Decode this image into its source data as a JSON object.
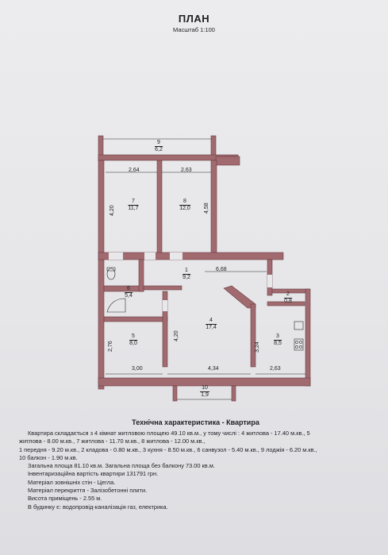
{
  "header": {
    "title": "ПЛАН",
    "scale": "Масштаб 1:100"
  },
  "rooms": [
    {
      "id": "room-1",
      "number": "1",
      "area": "9,2"
    },
    {
      "id": "room-2",
      "number": "2",
      "area": "0,8"
    },
    {
      "id": "room-3",
      "number": "3",
      "area": "8,5"
    },
    {
      "id": "room-4",
      "number": "4",
      "area": "17,4"
    },
    {
      "id": "room-5",
      "number": "5",
      "area": "8,0"
    },
    {
      "id": "room-6",
      "number": "6",
      "area": "5,4"
    },
    {
      "id": "room-7",
      "number": "7",
      "area": "11,7"
    },
    {
      "id": "room-8",
      "number": "8",
      "area": "12,0"
    },
    {
      "id": "room-9",
      "number": "9",
      "area": "6,2"
    },
    {
      "id": "room-10",
      "number": "10",
      "area": "1,9"
    }
  ],
  "dimensions": {
    "d_2_64": "2,64",
    "d_2_63": "2,63",
    "d_4_20_left": "4,20",
    "d_4_58": "4,58",
    "d_6_68": "6,68",
    "d_2_76": "2,76",
    "d_4_20_mid": "4,20",
    "d_3_24": "3,24",
    "d_3_00": "3,00",
    "d_4_34": "4,34",
    "d_2_63_bottom": "2,63"
  },
  "characteristics": {
    "heading": "Технічна характеристика - Квартира",
    "line1": "Квартира складається з 4 кімнат житловою площею 49.10 кв.м., у тому числі : 4 житлова - 17.40 м.кв., 5",
    "line2": "житлова - 8.00 м.кв., 7 житлова - 11.70 м.кв., 8 житлова - 12.00 м.кв.,",
    "line3": "1 передня - 9.20 м.кв., 2 кладова - 0.80 м.кв., 3 кухня - 8.50 м.кв., 6 санвузол - 5.40 м.кв., 9 лоджія - 6.20 м.кв.,",
    "line4": "10 балкон - 1.90 м.кв.",
    "total": "Загальна площа 81.10 кв.м.   Загальна площа без балкону 73.00 кв.м.",
    "cost": "Інвентаризаційна вартість квартири 131791 грн.",
    "walls": "Матеріал зовнішніх стін - Цегла.",
    "ceiling": "Матеріал перекриття - Залізобетонні плити.",
    "height": "Висота приміщень - 2.55 м.",
    "utilities": "В будинку є: водопровід-каналізація газ, електрика."
  }
}
